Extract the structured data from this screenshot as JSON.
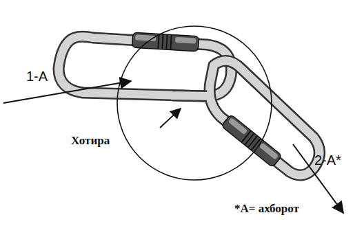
{
  "diagram": {
    "labels": [
      "1-A",
      "Хотира",
      "2-A*",
      "*A= ахборот"
    ]
  }
}
